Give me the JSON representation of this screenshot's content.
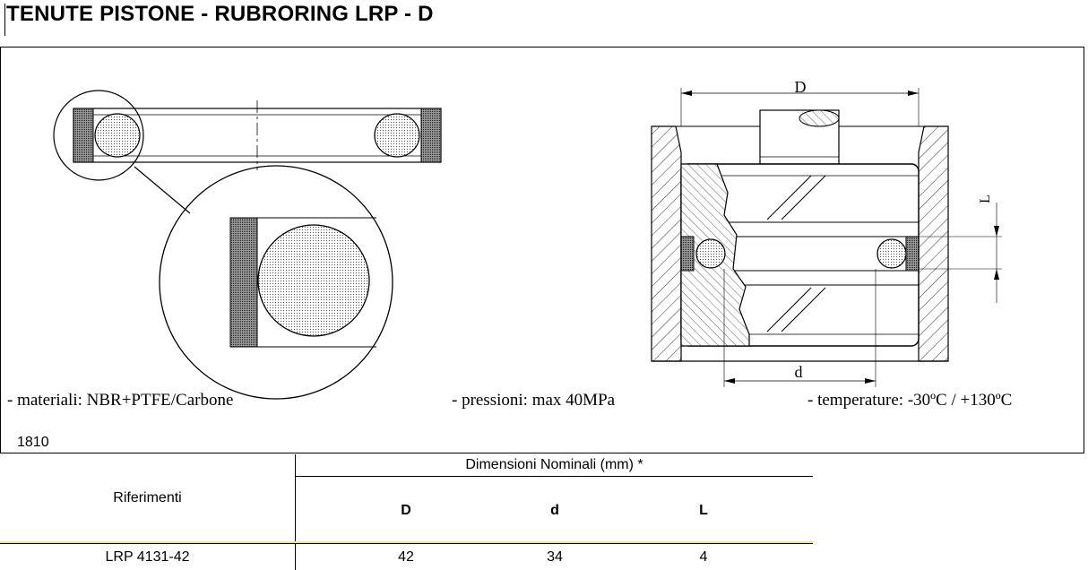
{
  "title": "TENUTE PISTONE - RUBRORING  LRP - D",
  "drawing": {
    "label_D": "D",
    "label_d": "d",
    "label_L": "L"
  },
  "specs": {
    "materiali": "- materiali: NBR+PTFE/Carbone",
    "pressioni": "- pressioni: max 40MPa",
    "temperature": "- temperature: -30ºC / +130ºC"
  },
  "code": "1810",
  "table": {
    "riferimenti_header": "Riferimenti",
    "dimensioni_header": "Dimensioni Nominali (mm) *",
    "col_D": "D",
    "col_d": "d",
    "col_L": "L",
    "rows": [
      {
        "ref": "LRP 4131-42",
        "D": "42",
        "d": "34",
        "L": "4"
      }
    ]
  }
}
